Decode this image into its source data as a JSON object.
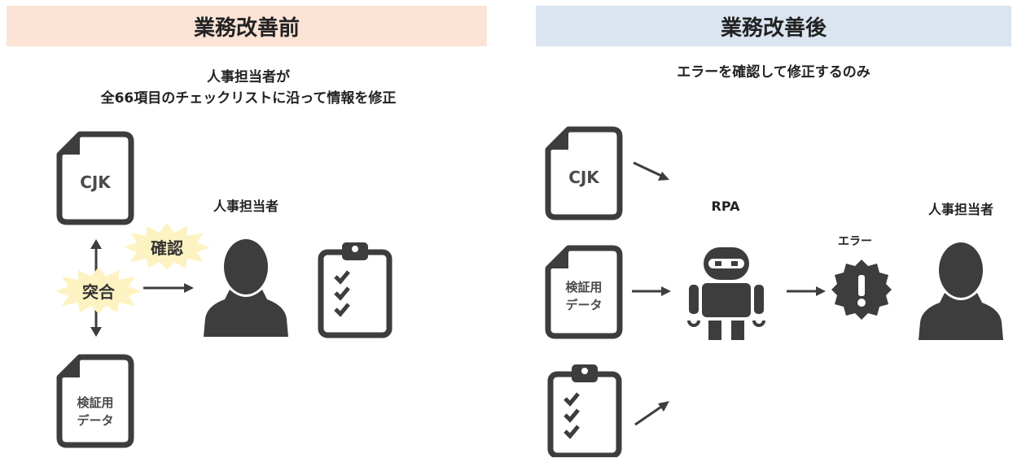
{
  "before": {
    "title": "業務改善前",
    "subtitle_line1": "人事担当者が",
    "subtitle_line2": "全66項目のチェックリストに沿って情報を修正",
    "doc_cjk": "CJK",
    "doc_data_line1": "検証用",
    "doc_data_line2": "データ",
    "burst_kakunin": "確認",
    "burst_totsugo": "突合",
    "person_label": "人事担当者"
  },
  "after": {
    "title": "業務改善後",
    "subtitle": "エラーを確認して修正するのみ",
    "doc_cjk": "CJK",
    "doc_data_line1": "検証用",
    "doc_data_line2": "データ",
    "rpa_label": "RPA",
    "error_label": "エラー",
    "person_label": "人事担当者"
  },
  "colors": {
    "icon": "#3d3d3d",
    "burst": "#fdf3c2",
    "banner_before": "#fbe4d6",
    "banner_after": "#dbe5f2"
  }
}
